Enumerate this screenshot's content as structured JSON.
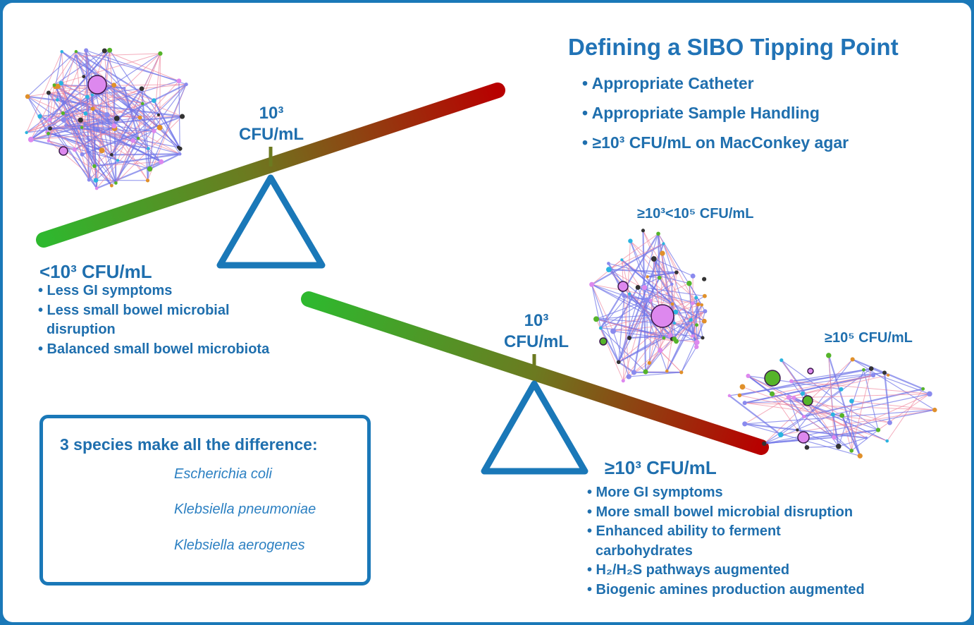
{
  "title": "Defining a SIBO Tipping Point",
  "criteria": [
    "• Appropriate Catheter",
    "• Appropriate Sample Handling",
    "• ≥10³ CFU/mL on MacConkey agar"
  ],
  "upper_seesaw": {
    "threshold_line1": "10³",
    "threshold_line2": "CFU/mL"
  },
  "lower_seesaw": {
    "threshold_line1": "10³",
    "threshold_line2": "CFU/mL"
  },
  "low_group": {
    "heading": "<10³ CFU/mL",
    "items": [
      "• Less GI symptoms",
      "• Less small bowel microbial",
      "disruption",
      "• Balanced small bowel microbiota"
    ]
  },
  "high_group": {
    "heading": "≥10³ CFU/mL",
    "items": [
      "• More GI symptoms",
      "• More small bowel microbial disruption",
      "• Enhanced ability to ferment",
      "carbohydrates",
      "• H₂/H₂S pathways augmented",
      "• Biogenic amines production augmented"
    ]
  },
  "network_labels": {
    "mid": "≥10³<10⁵ CFU/mL",
    "high": "≥10⁵ CFU/mL"
  },
  "species_box": {
    "heading": "3 species make all the difference:",
    "species": [
      "Escherichia coli",
      "Klebsiella pneumoniae",
      "Klebsiella aerogenes"
    ]
  },
  "colors": {
    "frame": "#1a78b8",
    "text": "#1f6fae",
    "beam_start": "#22b022",
    "beam_end": "#b00000",
    "node_purple": "#dd88ee",
    "node_green": "#55b42a",
    "node_cyan": "#2ab4e0"
  }
}
